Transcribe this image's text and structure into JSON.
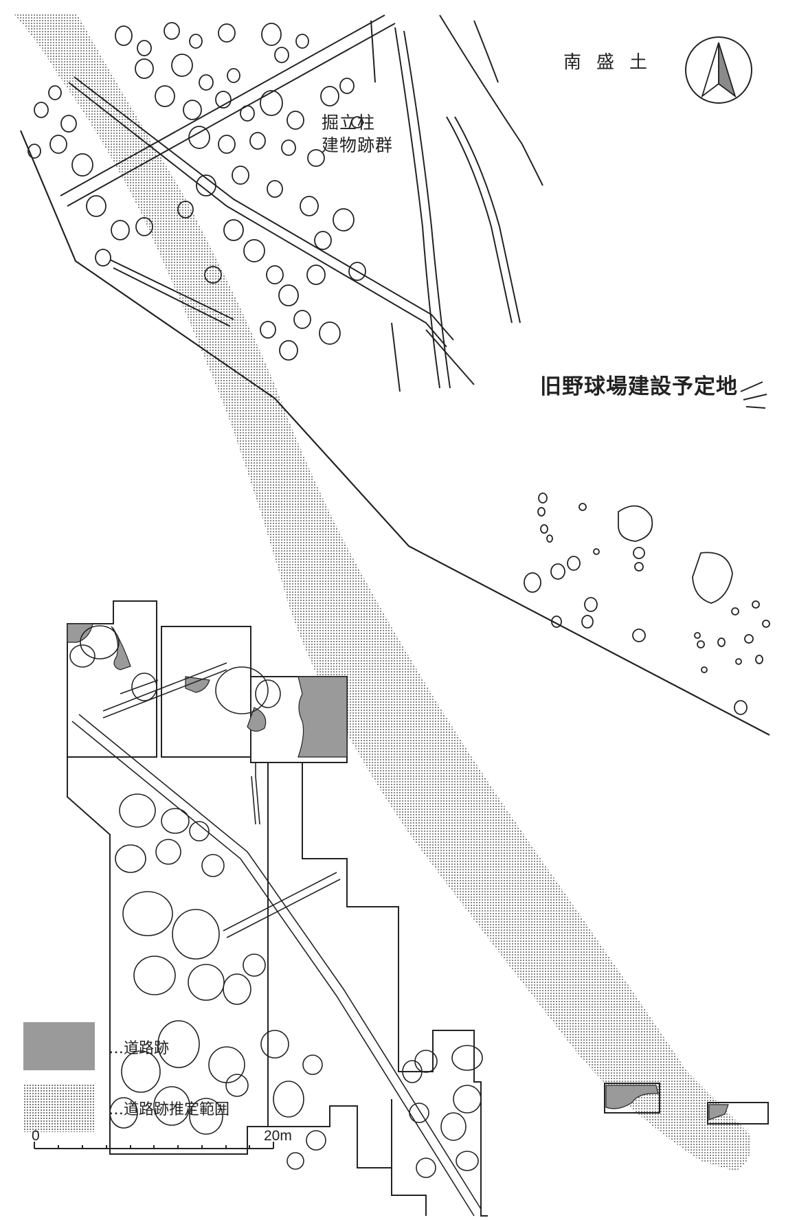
{
  "labels": {
    "area_south_fill": "南盛土",
    "building_group_line1": "掘立柱",
    "building_group_line2": "建物跡群",
    "planned_site": "旧野球場建設予定地"
  },
  "legend": [
    {
      "symbol": "gray-fill",
      "text": "…道路跡"
    },
    {
      "symbol": "dot-stipple",
      "text": "…道路跡推定範囲"
    }
  ],
  "scale_bar": {
    "start": "0",
    "end": "20m"
  },
  "north_arrow": "north-arrow-icon",
  "colors": {
    "road_remains": "#9a9a9a",
    "stipple": "#555555",
    "line": "#222222"
  }
}
